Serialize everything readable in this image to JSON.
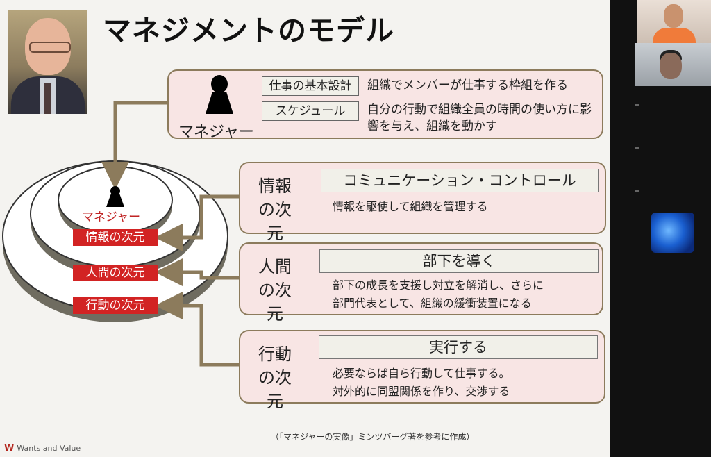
{
  "slide": {
    "title": "マネジメントのモデル",
    "manager_block": {
      "label": "マネジャー",
      "items": [
        {
          "tag": "仕事の基本設計",
          "text": "組織でメンバーが仕事する枠組を作る"
        },
        {
          "tag": "スケジュール",
          "text": "自分の行動で組織全員の時間の使い方に影響を与え、組織を動かす"
        }
      ]
    },
    "rings": {
      "center_label": "マネジャー",
      "labels": [
        "情報の次元",
        "人間の次元",
        "行動の次元"
      ]
    },
    "dimensions": [
      {
        "name": "情報の次元",
        "header": "コミュニケーション・コントロール",
        "lines": [
          "情報を駆使して組織を管理する"
        ]
      },
      {
        "name": "人間の次元",
        "header": "部下を導く",
        "lines": [
          "部下の成長を支援し対立を解消し、さらに",
          "部門代表として、組織の緩衝装置になる"
        ]
      },
      {
        "name": "行動の次元",
        "header": "実行する",
        "lines": [
          "必要ならば自ら行動して仕事する。",
          "対外的に同盟関係を作り、交渉する"
        ]
      }
    ],
    "footer_note": "（「マネジャーの実像」ミンツバーグ著を参考に作成）",
    "logo_text": "Wants and Value",
    "colors": {
      "box_fill": "#f8e5e4",
      "arrow": "#8c7b5c",
      "label_red": "#d22323"
    }
  }
}
